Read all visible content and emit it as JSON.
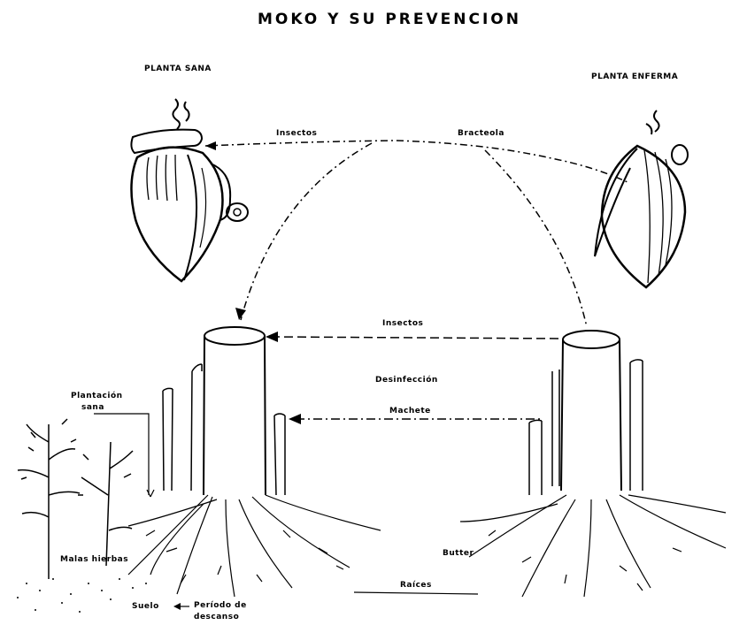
{
  "title": "MOKO Y SU PREVENCION",
  "labels": {
    "healthy_plant": "PLANTA SANA",
    "diseased_plant": "PLANTA ENFERMA",
    "insects_top": "Insectos",
    "bract": "Bracteola",
    "insects_mid": "Insectos",
    "disinfection": "Desinfección",
    "machete": "Machete",
    "healthy_planting_1": "Plantación",
    "healthy_planting_2": "sana",
    "weeds": "Malas hierbas",
    "soil": "Suelo",
    "rest_period_1": "Período de",
    "rest_period_2": "descanso",
    "butter": "Butter",
    "roots": "Raíces"
  }
}
